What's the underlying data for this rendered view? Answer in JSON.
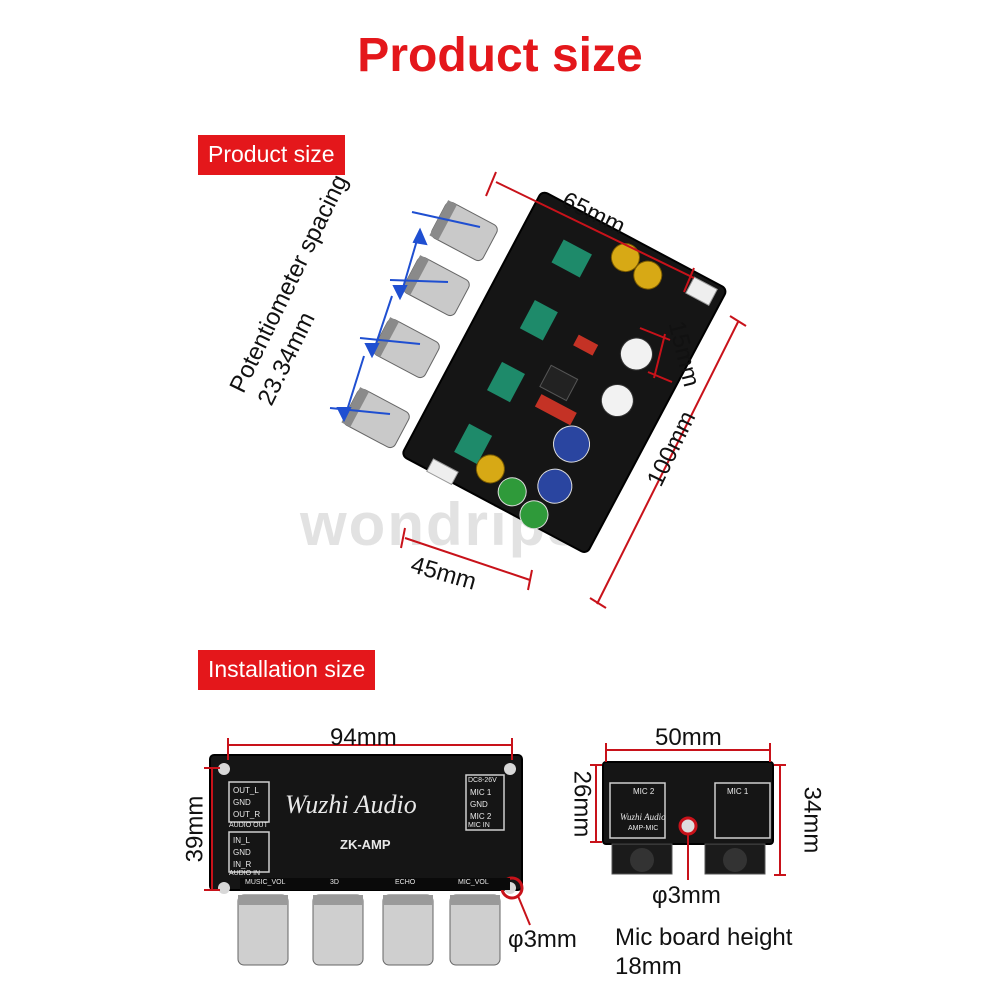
{
  "page_title": "Product size",
  "sections": {
    "product": {
      "tag": "Product size"
    },
    "installation": {
      "tag": "Installation size"
    }
  },
  "product_dims": {
    "width": "65mm",
    "length": "100mm",
    "height": "15mm",
    "base": "45mm",
    "pot_label_line1": "Potentiometer spacing",
    "pot_label_line2": "23.34mm"
  },
  "install_dims": {
    "main_width": "94mm",
    "main_height": "39mm",
    "main_hole": "φ3mm",
    "mic_width": "50mm",
    "mic_height_left": "26mm",
    "mic_height_right": "34mm",
    "mic_hole": "φ3mm",
    "mic_board_height_line1": "Mic board height",
    "mic_board_height_line2": "18mm"
  },
  "board": {
    "brand": "Wuzhi Audio",
    "model": "ZK-AMP",
    "mic_model": "AMP-MIC",
    "knob_labels": [
      "MUSIC_VOL",
      "3D",
      "ECHO",
      "MIC_VOL"
    ],
    "left_pins": [
      "OUT_L",
      "GND",
      "OUT_R",
      "AUDIO OUT",
      "IN_L",
      "GND",
      "IN_R",
      "AUDIO IN"
    ],
    "right_pins": [
      "DC8-26V",
      "MIC 1",
      "GND",
      "MIC 2",
      "MIC IN"
    ],
    "mic_ports": [
      "MIC 2",
      "MIC 1"
    ]
  },
  "watermark": "wondrips",
  "colors": {
    "accent": "#e4171b",
    "pcb": "#151515",
    "dimension": "#c8121a"
  }
}
